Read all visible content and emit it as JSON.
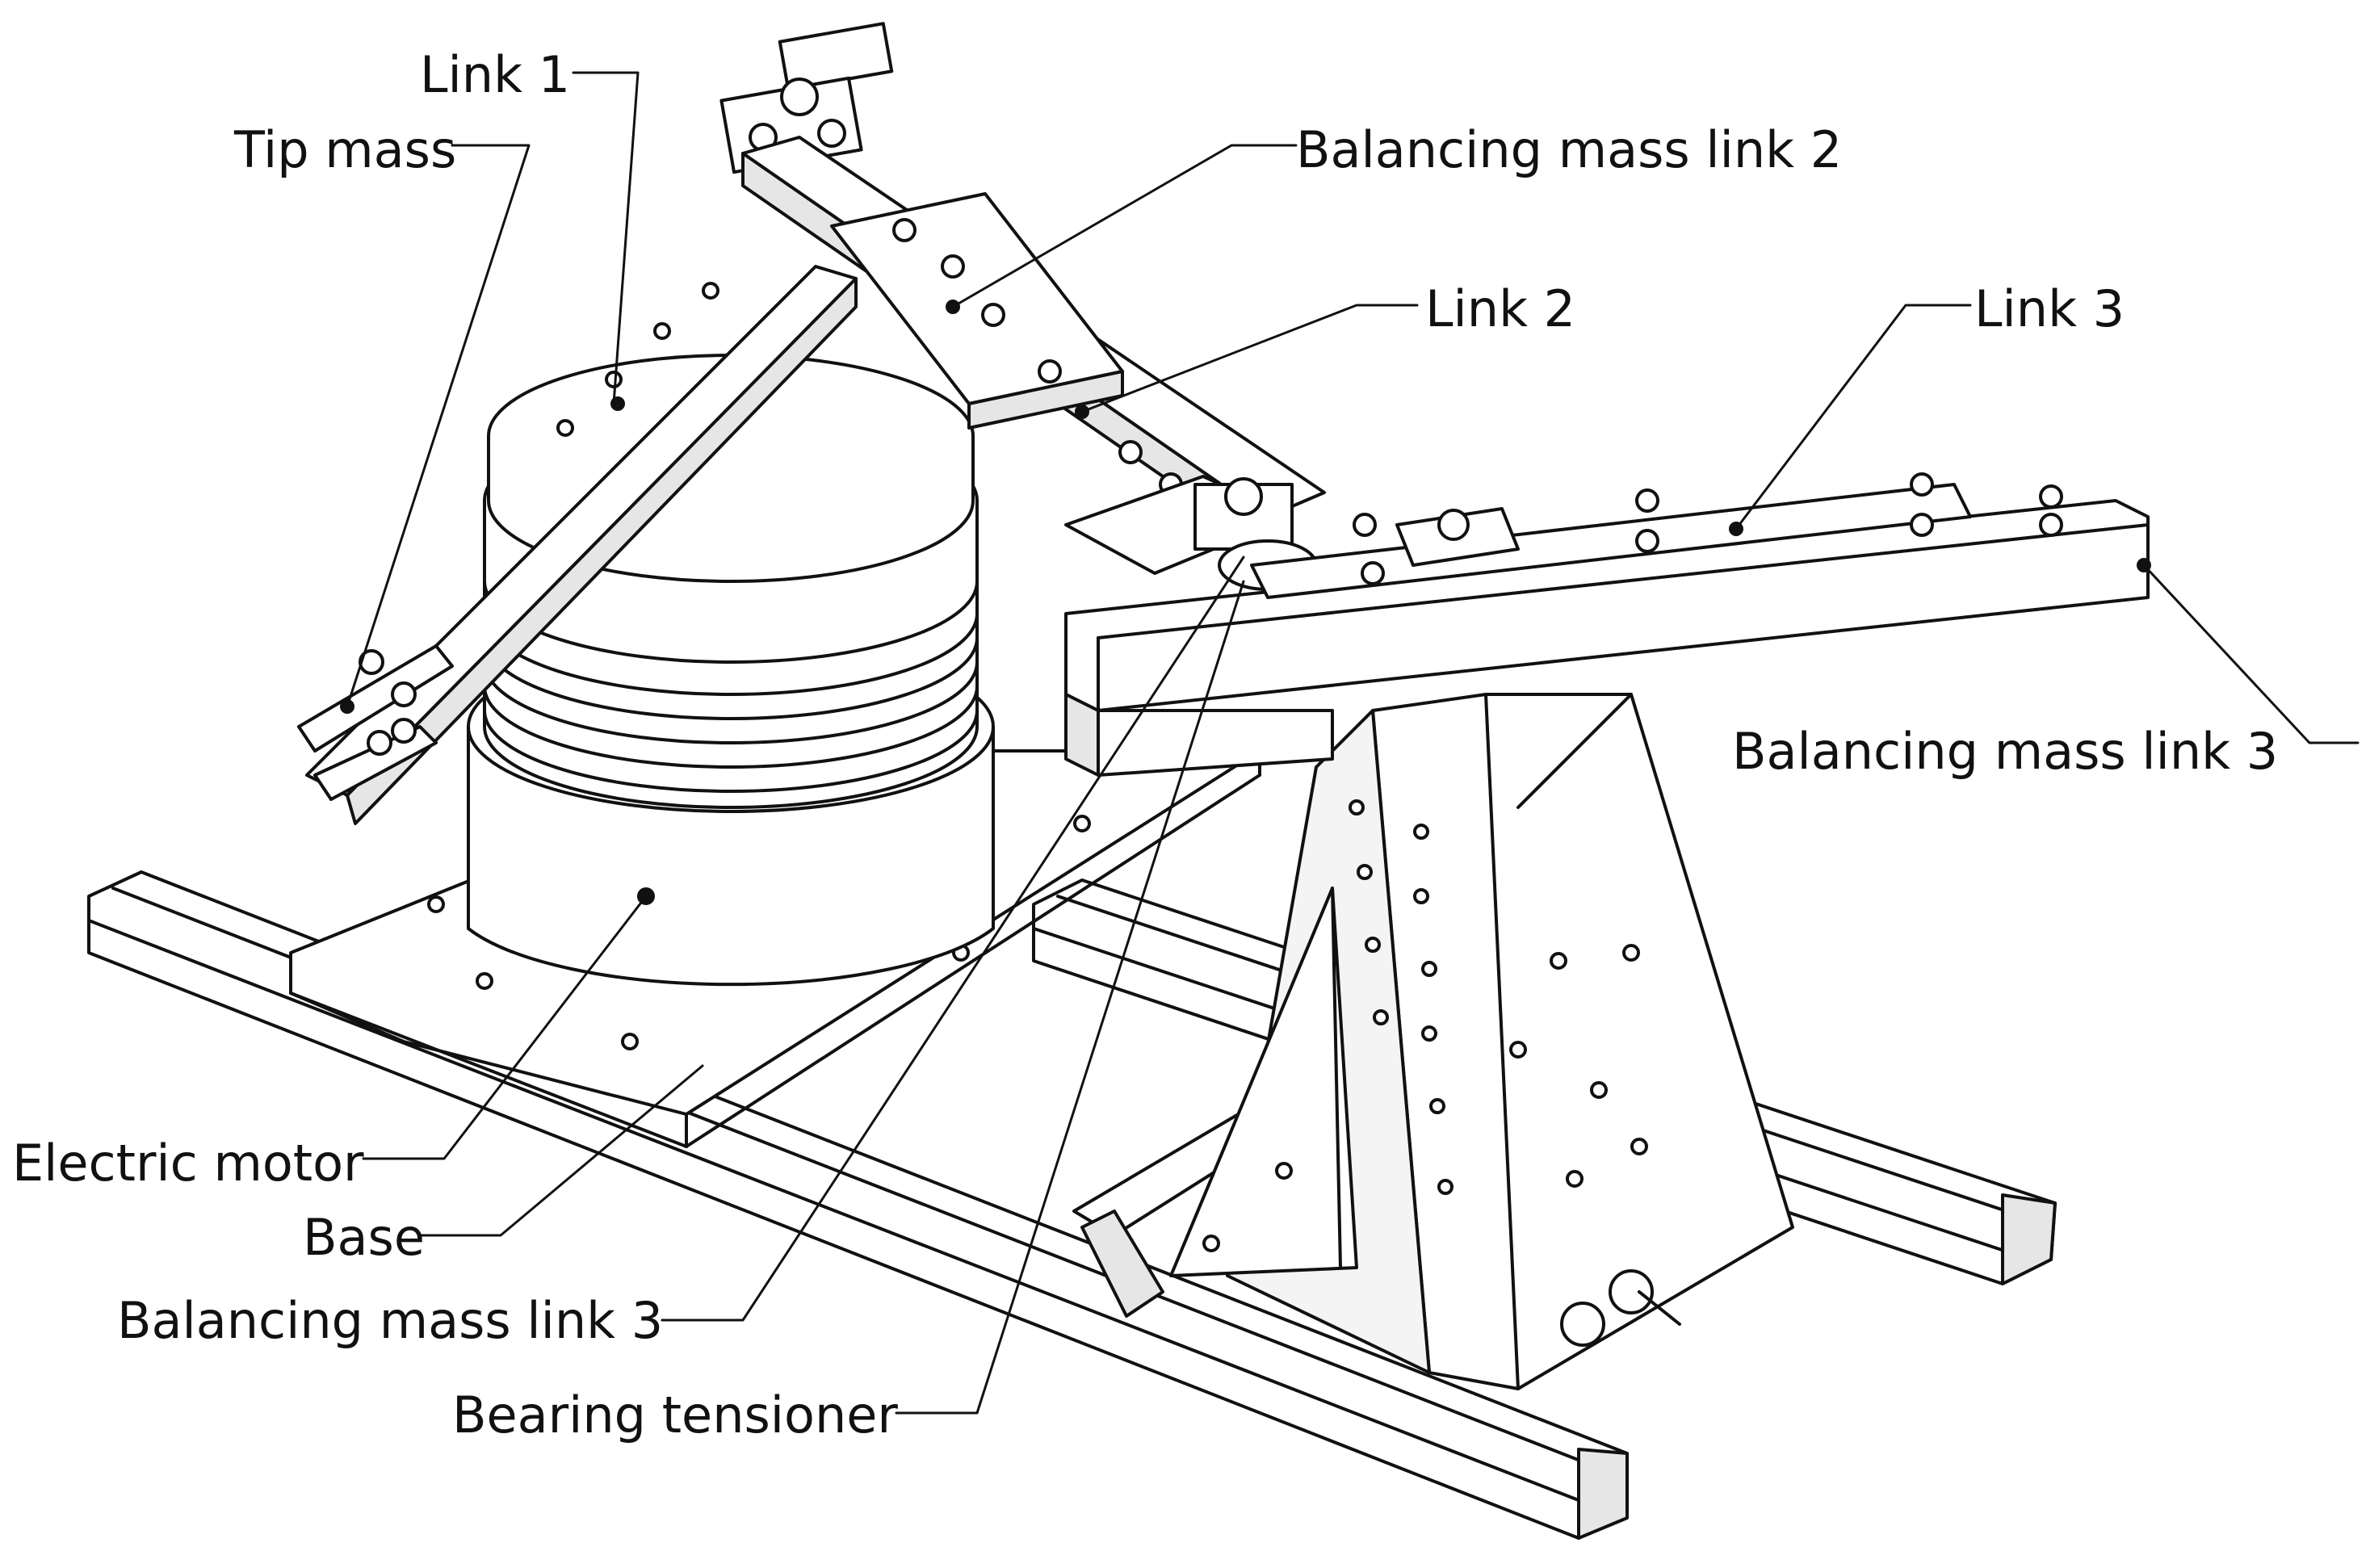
{
  "labels": {
    "link_1": "Link 1",
    "tip_mass": "Tip mass",
    "balancing_mass_link_2": "Balancing mass link 2",
    "link_2": "Link 2",
    "link_3": "Link 3",
    "balancing_mass_link_3_right": "Balancing mass link 3",
    "electric_motor": "Electric motor",
    "base": "Base",
    "balancing_mass_link_3_left": "Balancing mass link 3",
    "bearing_tensioner": "Bearing tensioner"
  },
  "colors": {
    "line": "#111111",
    "fill": "#ffffff",
    "shade": "#e6e6e6"
  }
}
